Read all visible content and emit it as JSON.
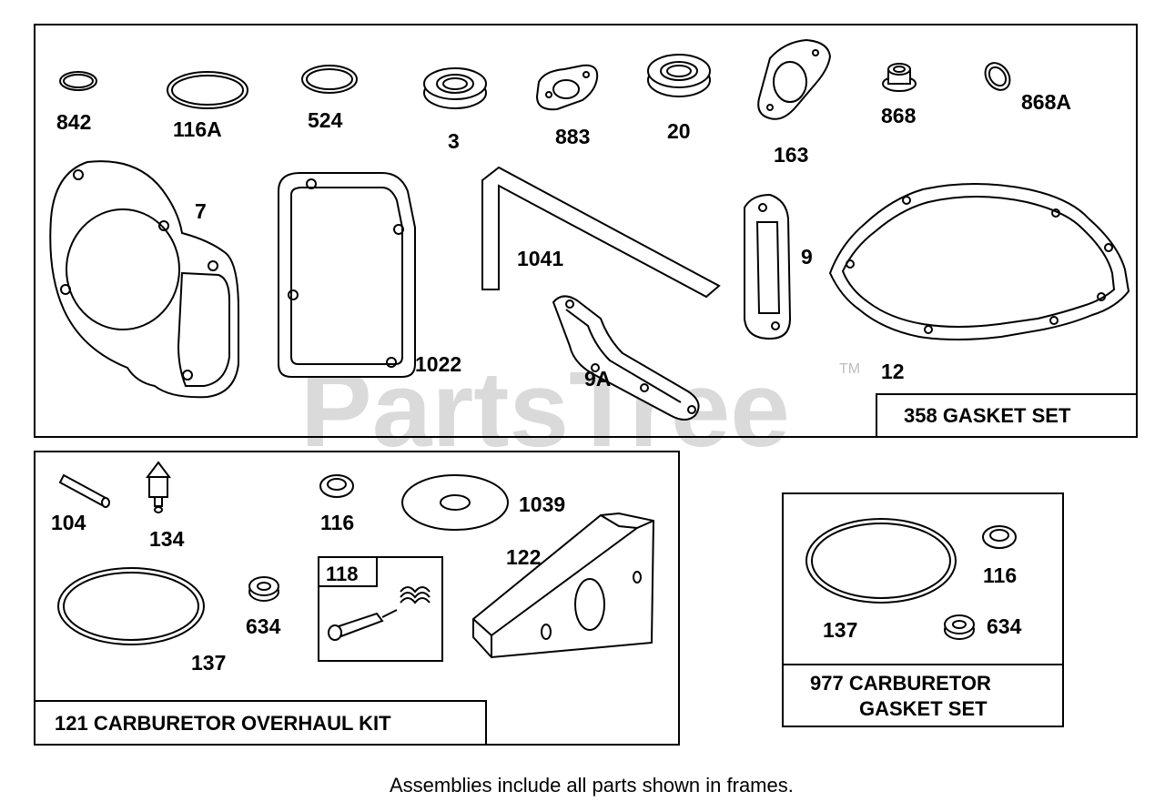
{
  "watermark": {
    "text": "PartsTree",
    "trademark": "TM"
  },
  "frames": {
    "gasket_set": {
      "title": "358 GASKET SET",
      "parts": [
        "842",
        "116A",
        "524",
        "3",
        "883",
        "20",
        "163",
        "868",
        "868A",
        "7",
        "1022",
        "1041",
        "9",
        "9A",
        "12"
      ]
    },
    "carburetor_overhaul_kit": {
      "title": "121 CARBURETOR OVERHAUL KIT",
      "parts": [
        "104",
        "134",
        "116",
        "1039",
        "122",
        "634",
        "137"
      ],
      "sub_frame": {
        "title": "118"
      }
    },
    "carburetor_gasket_set": {
      "title_line1": "977 CARBURETOR",
      "title_line2": "GASKET SET",
      "parts": [
        "137",
        "116",
        "634"
      ]
    }
  },
  "footnote": "Assemblies include all parts shown in frames."
}
